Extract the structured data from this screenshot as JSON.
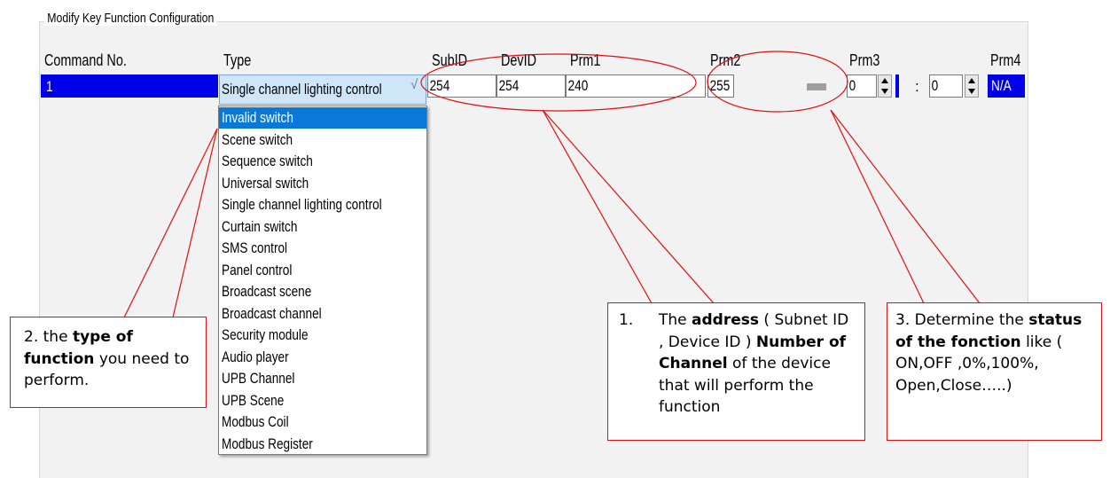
{
  "group": {
    "title": "Modify Key Function Configuration"
  },
  "columns": [
    "Command No.",
    "Type",
    "SubID",
    "DevID",
    "Prm1",
    "Prm2",
    "Prm3",
    "Prm4"
  ],
  "row": {
    "command_no": "1",
    "type": "Single channel lighting control",
    "subid": "254",
    "devid": "254",
    "prm1": "240",
    "prm2": "255",
    "prm3_left": "0",
    "prm3_sep": ":",
    "prm3_right": "0",
    "prm4": "N/A"
  },
  "type_options": [
    "Invalid switch",
    "Scene switch",
    "Sequence switch",
    "Universal switch",
    "Single channel lighting control",
    "Curtain switch",
    "SMS control",
    "Panel control",
    "Broadcast scene",
    "Broadcast channel",
    "Security module",
    "Audio player",
    "UPB Channel",
    "UPB Scene",
    "Modbus Coil",
    "Modbus Register"
  ],
  "highlighted_option": "Invalid switch",
  "callouts": {
    "type": {
      "prefix": "2.  the ",
      "bold1": "type of function",
      "rest": " you need to perform."
    },
    "address": {
      "num": "1.",
      "t1": "The ",
      "b1": "address",
      "t2": " ( Subnet ID , Device ID ) ",
      "b2": "Number of Channel",
      "t3": " of the device that will perform the function"
    },
    "status": {
      "t1": "3. Determine the ",
      "b1": "status of the fonction",
      "t2": " like ( ON,OFF ,0%,100%, Open,Close…..)"
    }
  },
  "colors": {
    "selection_blue": "#0000e8",
    "dropdown_highlight": "#0a78d6",
    "annotation_red": "#e01010"
  }
}
